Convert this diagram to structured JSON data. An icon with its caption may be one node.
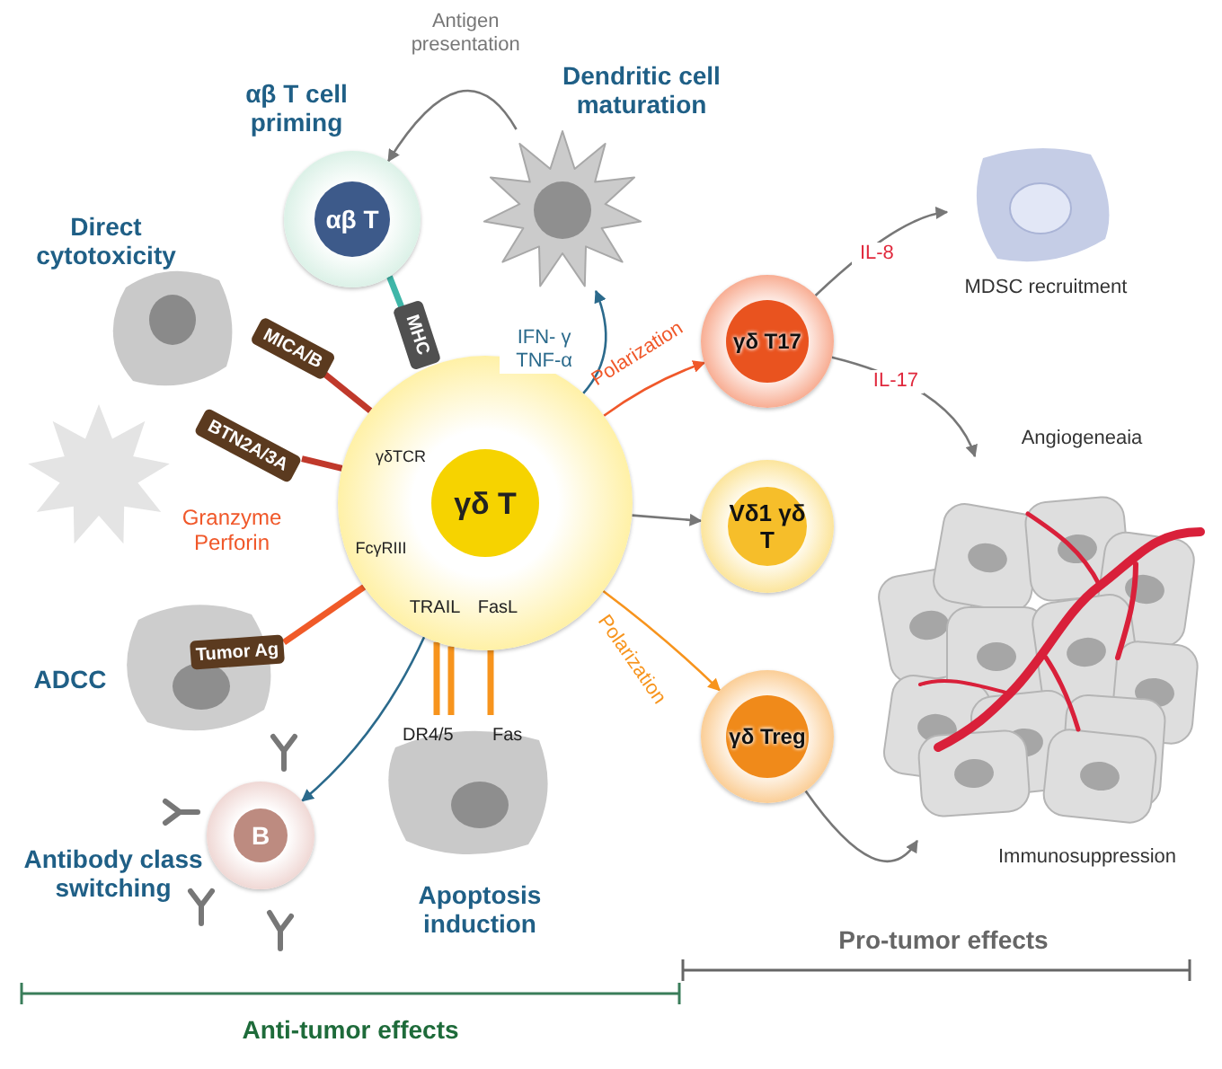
{
  "diagram": {
    "nodes": [
      {
        "text": [
          "αβ T"
        ],
        "beside": [
          "αβ T cell priming"
        ]
      },
      {
        "text": [],
        "shape": "picture",
        "beside": [
          "Dendritic cell maturation"
        ]
      },
      {
        "text": [],
        "shape": "picture",
        "beside": [
          "Direct cytotoxicity"
        ]
      },
      {
        "text": [
          "MICA/B"
        ]
      },
      {
        "text": [
          "BTN2A/3A"
        ]
      },
      {
        "text": [
          "MHC"
        ]
      },
      {
        "text": [
          "γδ T"
        ]
      },
      {
        "text": [],
        "shape": "picture"
      },
      {
        "text": [],
        "shape": "picture",
        "beside": [
          "ADCC"
        ]
      },
      {
        "text": [
          "Tumor Ag"
        ]
      },
      {
        "text": [
          "B"
        ],
        "beside": [
          "Antibody class switching"
        ]
      },
      {
        "text": [
          "DR4/5",
          "Fas"
        ],
        "beside": [
          "Apoptosis induction"
        ]
      },
      {
        "text": [
          "γδ T17"
        ]
      },
      {
        "text": [],
        "shape": "picture",
        "beside": [
          "MDSC recruitment"
        ]
      },
      {
        "text": [
          "Vδ1 γδ T"
        ]
      },
      {
        "text": [],
        "shape": "picture",
        "beside": [
          "Angiogeneaia",
          "Immunosuppression"
        ]
      },
      {
        "text": [
          "γδ Treg"
        ]
      }
    ],
    "edges": [
      {
        "from": 1,
        "to": 0,
        "arrow": "to",
        "label": "Antigen presentation"
      },
      {
        "from": 6,
        "to": 1,
        "arrow": "to",
        "label": "IFN- γ TNF-α",
        "color": "#2b6a8c"
      },
      {
        "from": 6,
        "to": 12,
        "arrow": "to",
        "label": "Polarization",
        "color": "#f0582a"
      },
      {
        "from": 6,
        "to": 14,
        "arrow": "to"
      },
      {
        "from": 6,
        "to": 16,
        "arrow": "to",
        "label": "Polarization",
        "color": "#f7941d"
      },
      {
        "from": 6,
        "to": 10,
        "arrow": "to",
        "color": "#2b6a8c"
      },
      {
        "from": 12,
        "to": 13,
        "arrow": "to",
        "label": "IL-8"
      },
      {
        "from": 12,
        "to": 15,
        "arrow": "to",
        "label": "IL-17"
      },
      {
        "from": 16,
        "to": 15,
        "arrow": "to"
      },
      {
        "from": 3,
        "to": 6,
        "arrow": "none",
        "style": "thick",
        "color": "#c0392b"
      },
      {
        "from": 4,
        "to": 6,
        "arrow": "none",
        "style": "thick",
        "color": "#c0392b"
      },
      {
        "from": 0,
        "to": 5,
        "arrow": "none",
        "style": "thick",
        "color": "#3fb6a8"
      },
      {
        "from": 6,
        "to": 9,
        "arrow": "none",
        "style": "thick",
        "color": "#f05a28"
      },
      {
        "from": 6,
        "to": 11,
        "arrow": "none",
        "style": "thick",
        "color": "#f7941d"
      },
      {
        "from": 6,
        "to": 11,
        "arrow": "none",
        "style": "thick",
        "color": "#f7941d"
      },
      {
        "from": 6,
        "to": 11,
        "arrow": "none",
        "style": "thick",
        "color": "#f7941d"
      }
    ],
    "labels": [
      "γδTCR",
      "Granzyme Perforin",
      "FcγRIII",
      "TRAIL",
      "FasL",
      "Pro-tumor effects",
      "Anti-tumor effects"
    ]
  }
}
